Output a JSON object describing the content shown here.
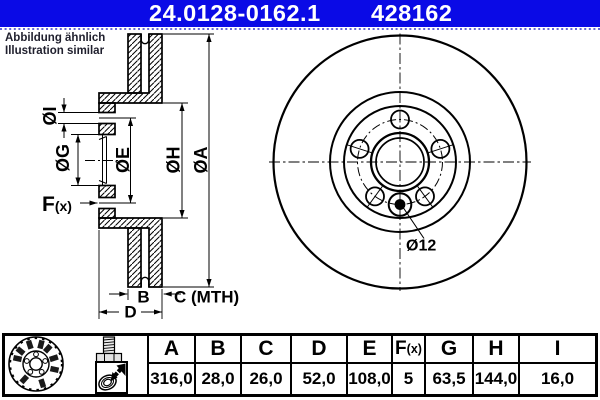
{
  "header": {
    "part_number": "24.0128-0162.1",
    "catalog_number": "428162",
    "bg_color": "#0a0ae6",
    "text_color": "#ffffff"
  },
  "note": {
    "line1": "Abbildung ähnlich",
    "line2": "Illustration similar"
  },
  "drawing": {
    "dim_a": "ØA",
    "dim_h": "ØH",
    "dim_e": "ØE",
    "dim_g": "ØG",
    "dim_i": "ØI",
    "dim_f": "F",
    "dim_f_sub": "(x)",
    "dim_b": "B",
    "dim_c": "C (MTH)",
    "dim_d": "D",
    "hole_label": "Ø12"
  },
  "table": {
    "columns": [
      {
        "label": "A",
        "value": "316,0"
      },
      {
        "label": "B",
        "value": "28,0"
      },
      {
        "label": "C",
        "value": "26,0"
      },
      {
        "label": "D",
        "value": "52,0"
      },
      {
        "label": "E",
        "value": "108,0"
      },
      {
        "label": "F",
        "label_sub": "(x)",
        "value": "5"
      },
      {
        "label": "G",
        "value": "63,5"
      },
      {
        "label": "H",
        "value": "144,0"
      },
      {
        "label": "I",
        "value": "16,0"
      }
    ]
  },
  "colors": {
    "header_bg": "#0a0ae6",
    "dotted_separator": "#3232cd",
    "line_color": "#000000"
  }
}
